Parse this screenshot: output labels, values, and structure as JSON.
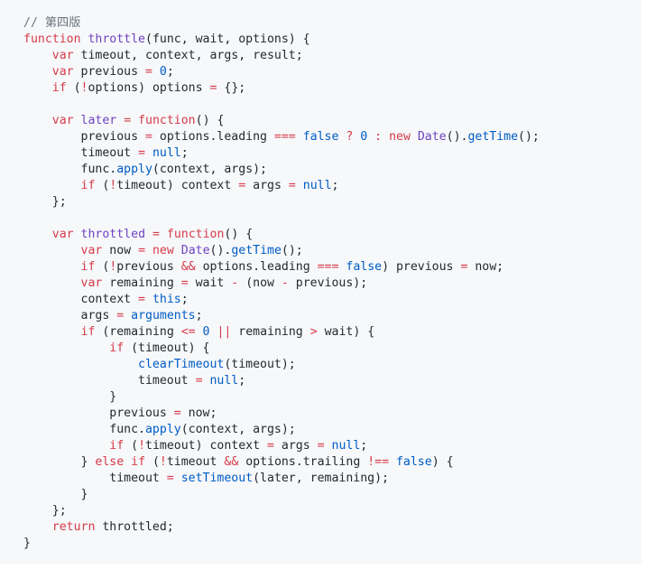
{
  "colors": {
    "background": "#f6f8fa",
    "plain": "#24292e",
    "comment": "#6a737d",
    "keyword": "#d73a49",
    "function": "#6f42c1",
    "constant": "#005cc5",
    "builtin": "#005cc5",
    "operator": "#d73a49"
  },
  "code": {
    "lines": [
      [
        [
          "comment",
          "// 第四版"
        ]
      ],
      [
        [
          "keyword",
          "function"
        ],
        [
          "plain",
          " "
        ],
        [
          "function",
          "throttle"
        ],
        [
          "plain",
          "(func, wait, options) {"
        ]
      ],
      [
        [
          "plain",
          "    "
        ],
        [
          "keyword",
          "var"
        ],
        [
          "plain",
          " timeout, context, args, result;"
        ]
      ],
      [
        [
          "plain",
          "    "
        ],
        [
          "keyword",
          "var"
        ],
        [
          "plain",
          " previous "
        ],
        [
          "operator",
          "="
        ],
        [
          "plain",
          " "
        ],
        [
          "constant",
          "0"
        ],
        [
          "plain",
          ";"
        ]
      ],
      [
        [
          "plain",
          "    "
        ],
        [
          "keyword",
          "if"
        ],
        [
          "plain",
          " ("
        ],
        [
          "operator",
          "!"
        ],
        [
          "plain",
          "options) options "
        ],
        [
          "operator",
          "="
        ],
        [
          "plain",
          " {};"
        ]
      ],
      [
        [
          "plain",
          ""
        ]
      ],
      [
        [
          "plain",
          "    "
        ],
        [
          "keyword",
          "var"
        ],
        [
          "plain",
          " "
        ],
        [
          "function",
          "later"
        ],
        [
          "plain",
          " "
        ],
        [
          "operator",
          "="
        ],
        [
          "plain",
          " "
        ],
        [
          "keyword",
          "function"
        ],
        [
          "plain",
          "() {"
        ]
      ],
      [
        [
          "plain",
          "        previous "
        ],
        [
          "operator",
          "="
        ],
        [
          "plain",
          " options.leading "
        ],
        [
          "operator",
          "==="
        ],
        [
          "plain",
          " "
        ],
        [
          "constant",
          "false"
        ],
        [
          "plain",
          " "
        ],
        [
          "operator",
          "?"
        ],
        [
          "plain",
          " "
        ],
        [
          "constant",
          "0"
        ],
        [
          "plain",
          " "
        ],
        [
          "operator",
          ":"
        ],
        [
          "plain",
          " "
        ],
        [
          "keyword",
          "new"
        ],
        [
          "plain",
          " "
        ],
        [
          "function",
          "Date"
        ],
        [
          "plain",
          "()."
        ],
        [
          "builtin",
          "getTime"
        ],
        [
          "plain",
          "();"
        ]
      ],
      [
        [
          "plain",
          "        timeout "
        ],
        [
          "operator",
          "="
        ],
        [
          "plain",
          " "
        ],
        [
          "constant",
          "null"
        ],
        [
          "plain",
          ";"
        ]
      ],
      [
        [
          "plain",
          "        func."
        ],
        [
          "builtin",
          "apply"
        ],
        [
          "plain",
          "(context, args);"
        ]
      ],
      [
        [
          "plain",
          "        "
        ],
        [
          "keyword",
          "if"
        ],
        [
          "plain",
          " ("
        ],
        [
          "operator",
          "!"
        ],
        [
          "plain",
          "timeout) context "
        ],
        [
          "operator",
          "="
        ],
        [
          "plain",
          " args "
        ],
        [
          "operator",
          "="
        ],
        [
          "plain",
          " "
        ],
        [
          "constant",
          "null"
        ],
        [
          "plain",
          ";"
        ]
      ],
      [
        [
          "plain",
          "    };"
        ]
      ],
      [
        [
          "plain",
          ""
        ]
      ],
      [
        [
          "plain",
          "    "
        ],
        [
          "keyword",
          "var"
        ],
        [
          "plain",
          " "
        ],
        [
          "function",
          "throttled"
        ],
        [
          "plain",
          " "
        ],
        [
          "operator",
          "="
        ],
        [
          "plain",
          " "
        ],
        [
          "keyword",
          "function"
        ],
        [
          "plain",
          "() {"
        ]
      ],
      [
        [
          "plain",
          "        "
        ],
        [
          "keyword",
          "var"
        ],
        [
          "plain",
          " now "
        ],
        [
          "operator",
          "="
        ],
        [
          "plain",
          " "
        ],
        [
          "keyword",
          "new"
        ],
        [
          "plain",
          " "
        ],
        [
          "function",
          "Date"
        ],
        [
          "plain",
          "()."
        ],
        [
          "builtin",
          "getTime"
        ],
        [
          "plain",
          "();"
        ]
      ],
      [
        [
          "plain",
          "        "
        ],
        [
          "keyword",
          "if"
        ],
        [
          "plain",
          " ("
        ],
        [
          "operator",
          "!"
        ],
        [
          "plain",
          "previous "
        ],
        [
          "operator",
          "&&"
        ],
        [
          "plain",
          " options.leading "
        ],
        [
          "operator",
          "==="
        ],
        [
          "plain",
          " "
        ],
        [
          "constant",
          "false"
        ],
        [
          "plain",
          ") previous "
        ],
        [
          "operator",
          "="
        ],
        [
          "plain",
          " now;"
        ]
      ],
      [
        [
          "plain",
          "        "
        ],
        [
          "keyword",
          "var"
        ],
        [
          "plain",
          " remaining "
        ],
        [
          "operator",
          "="
        ],
        [
          "plain",
          " wait "
        ],
        [
          "operator",
          "-"
        ],
        [
          "plain",
          " (now "
        ],
        [
          "operator",
          "-"
        ],
        [
          "plain",
          " previous);"
        ]
      ],
      [
        [
          "plain",
          "        context "
        ],
        [
          "operator",
          "="
        ],
        [
          "plain",
          " "
        ],
        [
          "constant",
          "this"
        ],
        [
          "plain",
          ";"
        ]
      ],
      [
        [
          "plain",
          "        args "
        ],
        [
          "operator",
          "="
        ],
        [
          "plain",
          " "
        ],
        [
          "builtin",
          "arguments"
        ],
        [
          "plain",
          ";"
        ]
      ],
      [
        [
          "plain",
          "        "
        ],
        [
          "keyword",
          "if"
        ],
        [
          "plain",
          " (remaining "
        ],
        [
          "operator",
          "<="
        ],
        [
          "plain",
          " "
        ],
        [
          "constant",
          "0"
        ],
        [
          "plain",
          " "
        ],
        [
          "operator",
          "||"
        ],
        [
          "plain",
          " remaining "
        ],
        [
          "operator",
          ">"
        ],
        [
          "plain",
          " wait) {"
        ]
      ],
      [
        [
          "plain",
          "            "
        ],
        [
          "keyword",
          "if"
        ],
        [
          "plain",
          " (timeout) {"
        ]
      ],
      [
        [
          "plain",
          "                "
        ],
        [
          "builtin",
          "clearTimeout"
        ],
        [
          "plain",
          "(timeout);"
        ]
      ],
      [
        [
          "plain",
          "                timeout "
        ],
        [
          "operator",
          "="
        ],
        [
          "plain",
          " "
        ],
        [
          "constant",
          "null"
        ],
        [
          "plain",
          ";"
        ]
      ],
      [
        [
          "plain",
          "            }"
        ]
      ],
      [
        [
          "plain",
          "            previous "
        ],
        [
          "operator",
          "="
        ],
        [
          "plain",
          " now;"
        ]
      ],
      [
        [
          "plain",
          "            func."
        ],
        [
          "builtin",
          "apply"
        ],
        [
          "plain",
          "(context, args);"
        ]
      ],
      [
        [
          "plain",
          "            "
        ],
        [
          "keyword",
          "if"
        ],
        [
          "plain",
          " ("
        ],
        [
          "operator",
          "!"
        ],
        [
          "plain",
          "timeout) context "
        ],
        [
          "operator",
          "="
        ],
        [
          "plain",
          " args "
        ],
        [
          "operator",
          "="
        ],
        [
          "plain",
          " "
        ],
        [
          "constant",
          "null"
        ],
        [
          "plain",
          ";"
        ]
      ],
      [
        [
          "plain",
          "        } "
        ],
        [
          "keyword",
          "else"
        ],
        [
          "plain",
          " "
        ],
        [
          "keyword",
          "if"
        ],
        [
          "plain",
          " ("
        ],
        [
          "operator",
          "!"
        ],
        [
          "plain",
          "timeout "
        ],
        [
          "operator",
          "&&"
        ],
        [
          "plain",
          " options.trailing "
        ],
        [
          "operator",
          "!=="
        ],
        [
          "plain",
          " "
        ],
        [
          "constant",
          "false"
        ],
        [
          "plain",
          ") {"
        ]
      ],
      [
        [
          "plain",
          "            timeout "
        ],
        [
          "operator",
          "="
        ],
        [
          "plain",
          " "
        ],
        [
          "builtin",
          "setTimeout"
        ],
        [
          "plain",
          "(later, remaining);"
        ]
      ],
      [
        [
          "plain",
          "        }"
        ]
      ],
      [
        [
          "plain",
          "    };"
        ]
      ],
      [
        [
          "plain",
          "    "
        ],
        [
          "keyword",
          "return"
        ],
        [
          "plain",
          " throttled;"
        ]
      ],
      [
        [
          "plain",
          "}"
        ]
      ]
    ]
  }
}
